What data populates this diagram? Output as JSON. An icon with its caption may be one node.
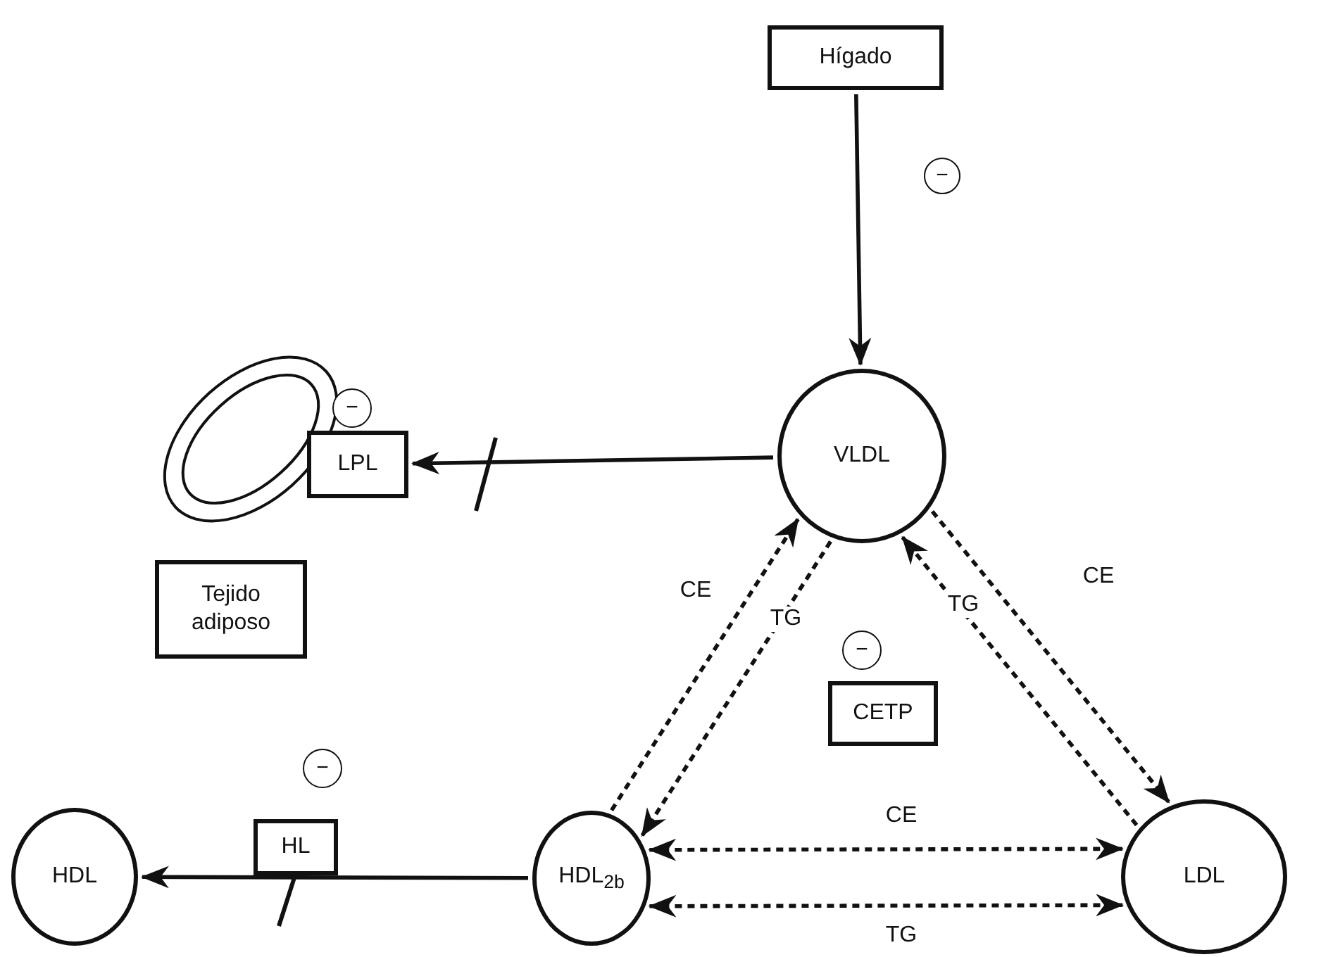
{
  "diagram": {
    "nodes": [
      {
        "text": [
          "Hígado"
        ]
      },
      {
        "text": [
          "−"
        ]
      },
      {
        "text": [
          "−"
        ]
      },
      {
        "text": [
          "LPL"
        ]
      },
      {
        "text": [
          "VLDL"
        ]
      },
      {
        "text": [
          "Tejido adiposo"
        ]
      },
      {
        "text": [
          "−"
        ]
      },
      {
        "text": [
          "CETP"
        ]
      },
      {
        "text": [
          "−"
        ]
      },
      {
        "text": [
          "HL"
        ]
      },
      {
        "text": [
          "HDL"
        ]
      },
      {
        "text": [
          "HDL$_{2b}$"
        ]
      },
      {
        "text": [
          "LDL"
        ]
      }
    ],
    "edges": [
      {
        "from": 0,
        "to": 4,
        "arrow": "to"
      },
      {
        "from": 4,
        "to": 3,
        "arrow": "to"
      },
      {
        "from": 11,
        "to": 4,
        "arrow": "to",
        "label": "CE",
        "style": "dashed"
      },
      {
        "from": 4,
        "to": 11,
        "arrow": "to",
        "label": "TG",
        "style": "dashed"
      },
      {
        "from": 4,
        "to": 12,
        "arrow": "to",
        "label": "CE",
        "style": "dashed"
      },
      {
        "from": 12,
        "to": 4,
        "arrow": "to",
        "label": "TG",
        "style": "dashed"
      },
      {
        "from": 11,
        "to": 12,
        "arrow": "both",
        "label": "CE",
        "style": "dashed"
      },
      {
        "from": 11,
        "to": 12,
        "arrow": "both",
        "label": "TG",
        "style": "dashed"
      },
      {
        "from": 11,
        "to": 10,
        "arrow": "to"
      }
    ]
  }
}
